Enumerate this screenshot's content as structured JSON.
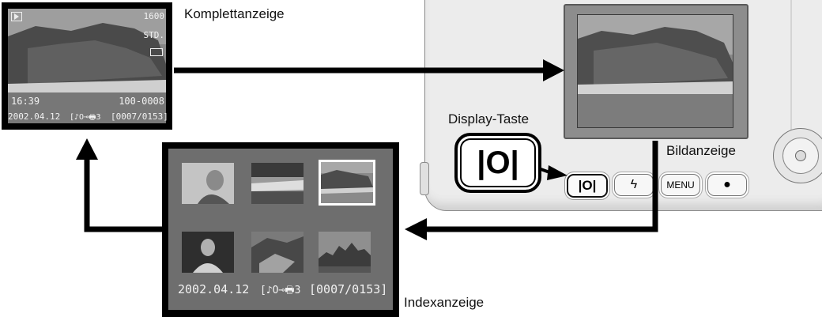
{
  "labels": {
    "full_display": "Komplettanzeige",
    "display_button": "Display-Taste",
    "image_only": "Bildanzeige",
    "index_display": "Indexanzeige"
  },
  "full_screen": {
    "iso": "1600",
    "quality": "STD.",
    "time": "16:39",
    "folder_file": "100-0008",
    "date": "2002.04.12",
    "status_icons": "[♪O⊸🖶3",
    "frame_counter": "[0007/0153]"
  },
  "index_screen": {
    "date": "2002.04.12",
    "status_icons": "[♪O⊸🖶3",
    "frame_counter": "[0007/0153]"
  },
  "camera_buttons": {
    "display": "|O|",
    "flash": "ϟ",
    "menu": "MENU",
    "record": "●"
  },
  "colors": {
    "lcd_background": "#6e6e6e",
    "frame": "#000000",
    "camera_body": "#ececec",
    "selection": "#ffffff"
  }
}
